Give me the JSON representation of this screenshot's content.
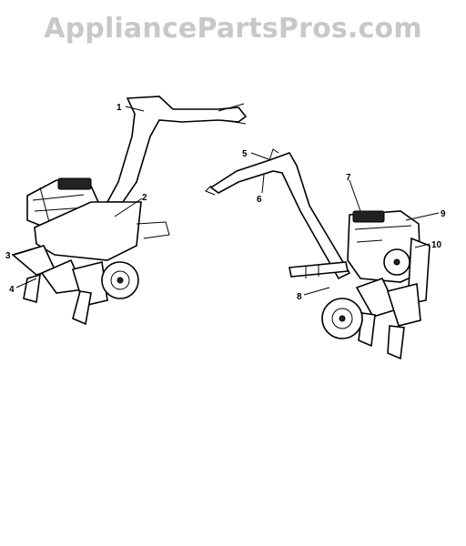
{
  "watermark": "AppliancePartsPros.com",
  "callouts": [
    "1",
    "2",
    "3",
    "4",
    "5",
    "6",
    "7",
    "8",
    "9",
    "10"
  ]
}
